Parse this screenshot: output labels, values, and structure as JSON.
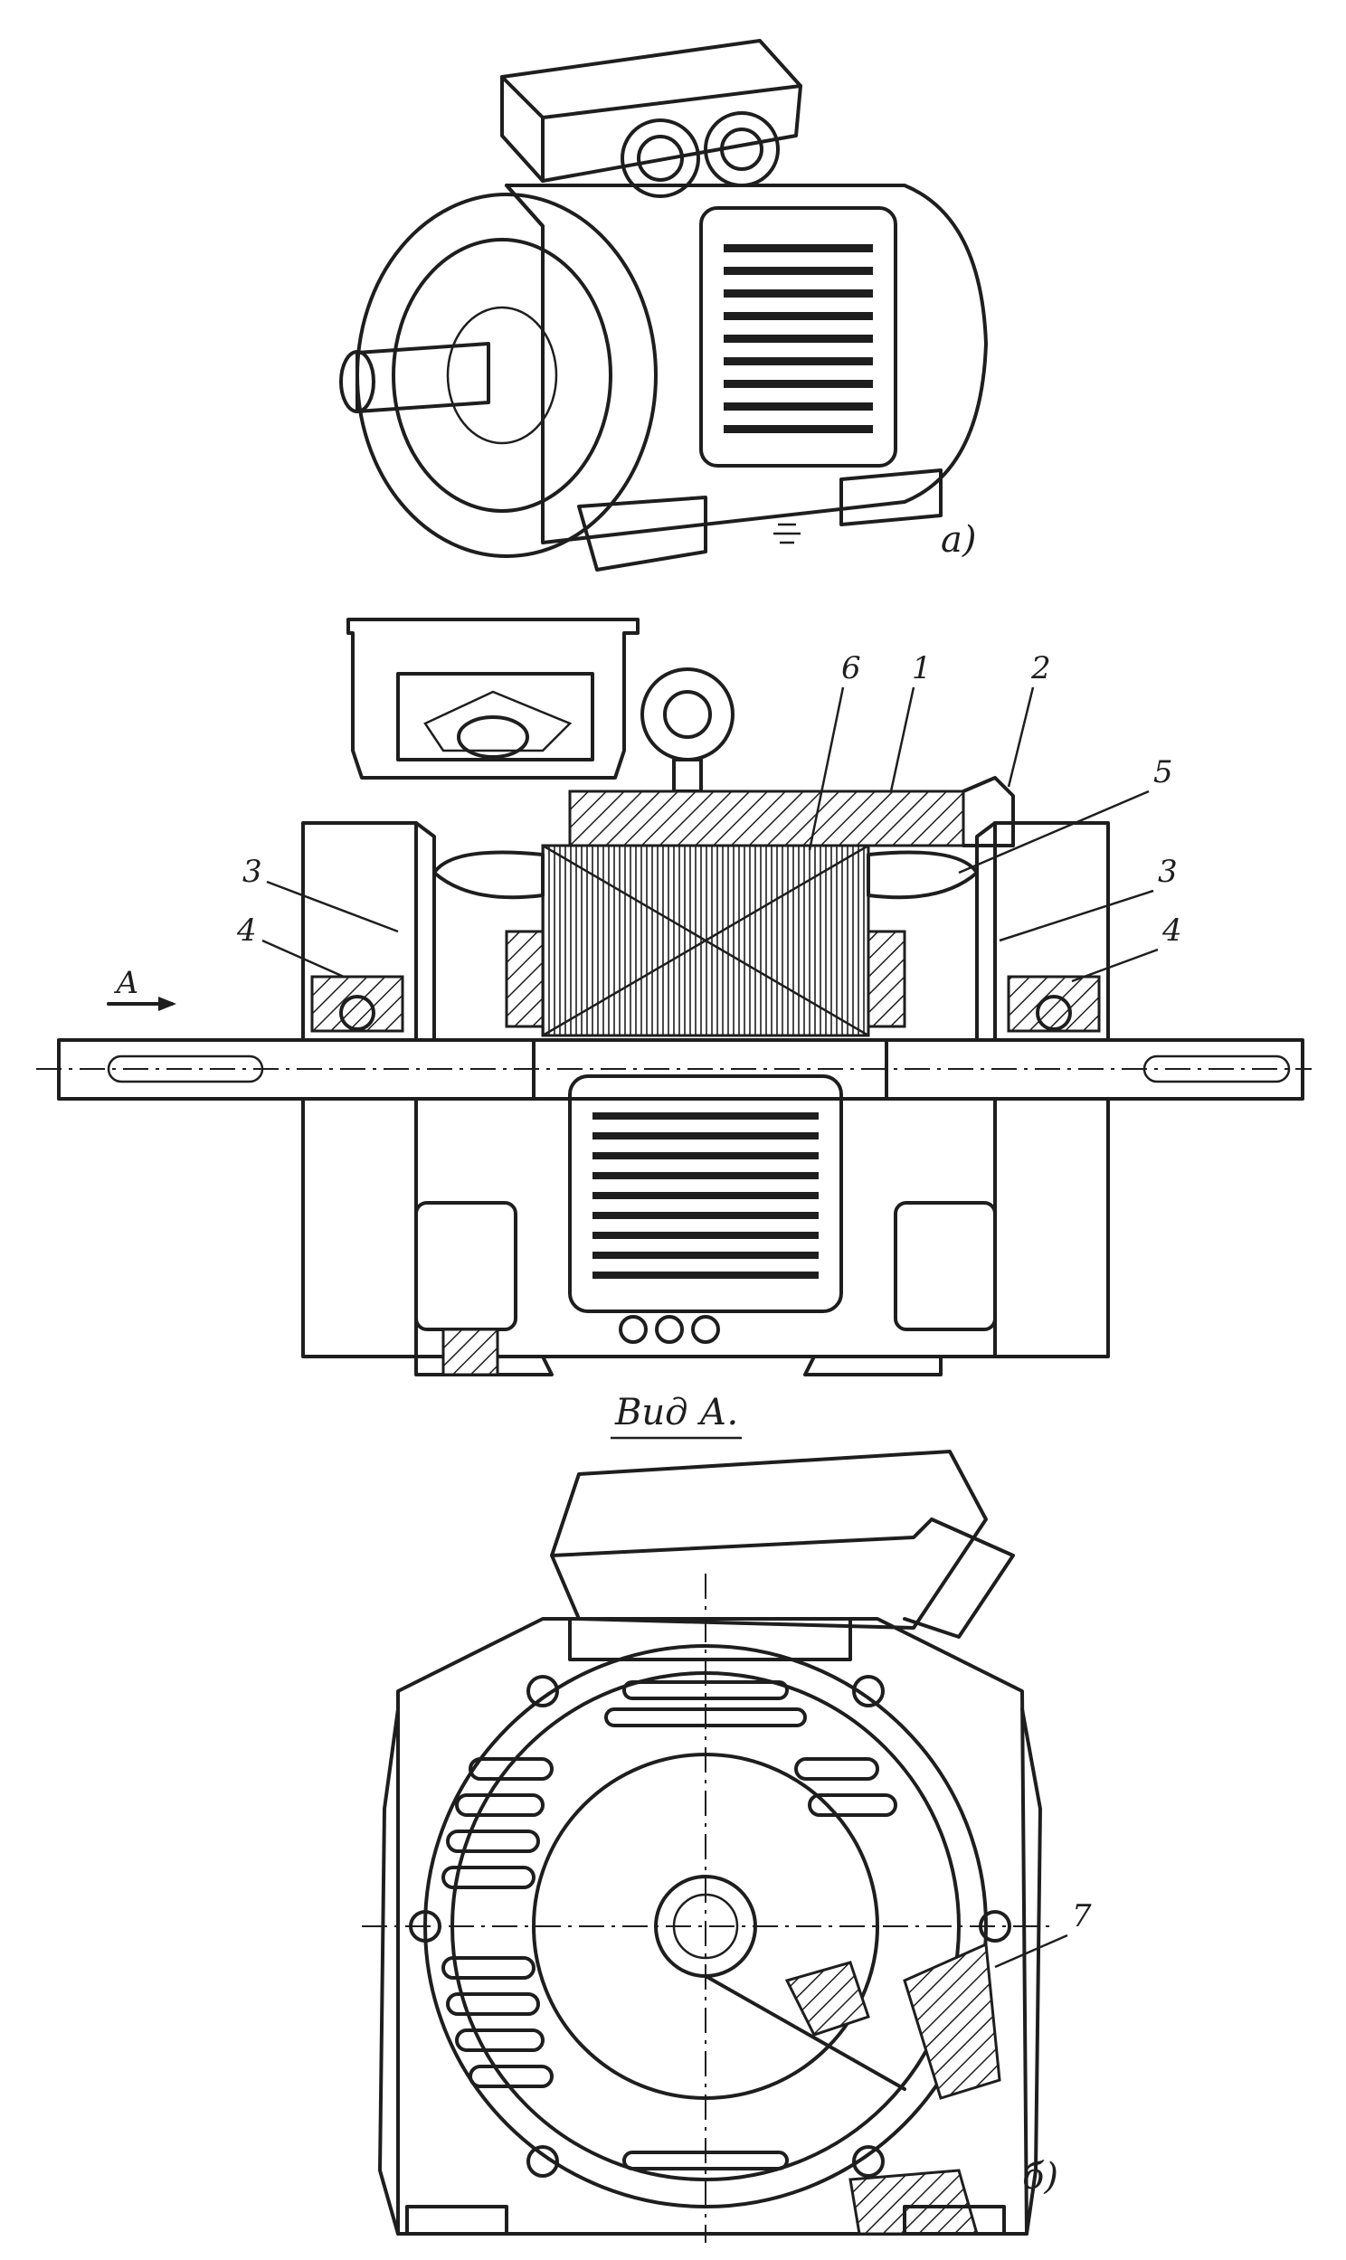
{
  "figure": {
    "caption_a": "а)",
    "caption_b": "б)",
    "view_title": "Вид А.",
    "view_arrow_label": "А",
    "callouts": {
      "c1": "1",
      "c2": "2",
      "c3_left": "3",
      "c3_right": "3",
      "c4_left": "4",
      "c4_right": "4",
      "c5": "5",
      "c6": "6",
      "c7": "7"
    }
  },
  "colors": {
    "ink": "#1e1e1e",
    "paper": "#ffffff"
  }
}
